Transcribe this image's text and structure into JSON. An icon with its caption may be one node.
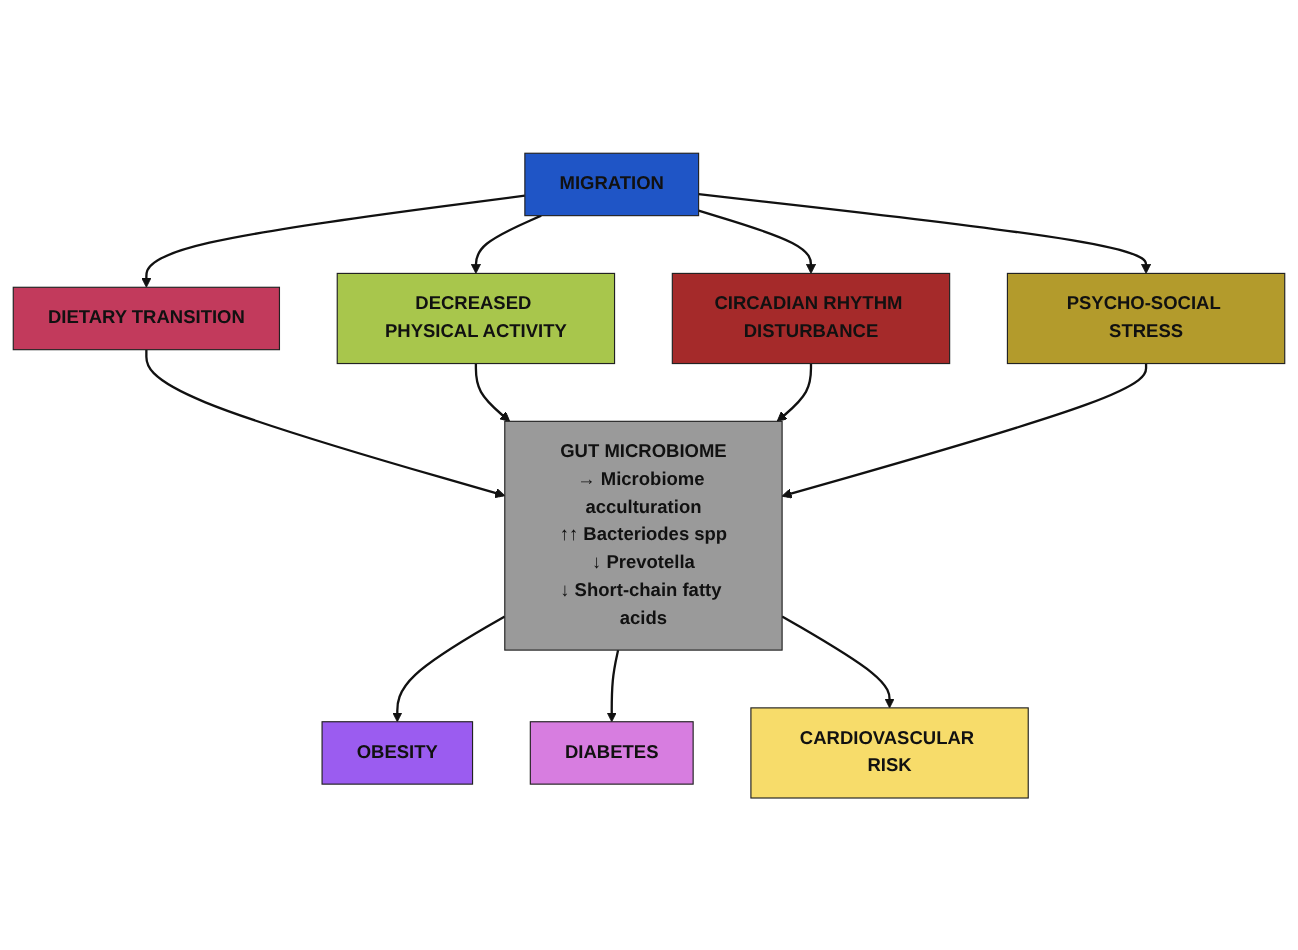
{
  "diagram": {
    "nodes": [
      {
        "text": [
          "MIGRATION"
        ]
      },
      {
        "text": [
          "DIETARY TRANSITION"
        ]
      },
      {
        "text": [
          "DECREASED PHYSICAL ACTIVITY"
        ]
      },
      {
        "text": [
          "CIRCADIAN RHYTHM DISTURBANCE"
        ]
      },
      {
        "text": [
          "PSYCHO-SOCIAL STRESS"
        ]
      },
      {
        "text": [
          "GUT MICROBIOME",
          "→ Microbiome acculturation",
          "↑↑ Bacteriodes spp",
          "↓ Prevotella",
          "↓ Short-chain fatty acids"
        ]
      },
      {
        "text": [
          "OBESITY"
        ]
      },
      {
        "text": [
          "DIABETES"
        ]
      },
      {
        "text": [
          "CARDIOVASCULAR RISK"
        ]
      }
    ],
    "edges": [
      {
        "from": 0,
        "to": 1,
        "arrow": "to"
      },
      {
        "from": 0,
        "to": 2,
        "arrow": "to"
      },
      {
        "from": 0,
        "to": 3,
        "arrow": "to"
      },
      {
        "from": 0,
        "to": 4,
        "arrow": "to"
      },
      {
        "from": 1,
        "to": 5,
        "arrow": "to"
      },
      {
        "from": 2,
        "to": 5,
        "arrow": "to"
      },
      {
        "from": 3,
        "to": 5,
        "arrow": "to"
      },
      {
        "from": 4,
        "to": 5,
        "arrow": "to"
      },
      {
        "from": 5,
        "to": 6,
        "arrow": "to"
      },
      {
        "from": 5,
        "to": 7,
        "arrow": "to"
      },
      {
        "from": 5,
        "to": 8,
        "arrow": "to"
      }
    ]
  }
}
